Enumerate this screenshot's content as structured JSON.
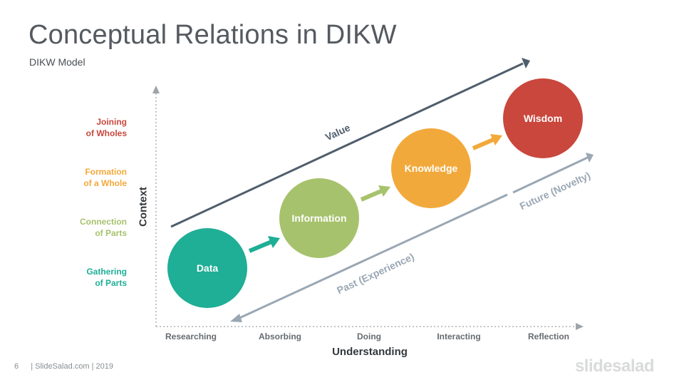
{
  "title": "Conceptual Relations in DIKW",
  "subtitle": "DIKW Model",
  "y_axis": {
    "title": "Context",
    "levels": [
      {
        "label": "Joining\nof Wholes",
        "color": "#c9473d"
      },
      {
        "label": "Formation\nof a Whole",
        "color": "#f2a93b"
      },
      {
        "label": "Connection\nof Parts",
        "color": "#a7c26c"
      },
      {
        "label": "Gathering\nof Parts",
        "color": "#1fae96"
      }
    ]
  },
  "x_axis": {
    "title": "Understanding",
    "ticks": [
      "Researching",
      "Absorbing",
      "Doing",
      "Interacting",
      "Reflection"
    ]
  },
  "stages": [
    {
      "label": "Data",
      "color": "#1fae96"
    },
    {
      "label": "Information",
      "color": "#a7c26c"
    },
    {
      "label": "Knowledge",
      "color": "#f2a93b"
    },
    {
      "label": "Wisdom",
      "color": "#c9473d"
    }
  ],
  "value_arrow": {
    "label": "Value",
    "color": "#4f5e6c"
  },
  "time_arrow": {
    "past_label": "Past (Experience)",
    "future_label": "Future (Novelty)",
    "color": "#9aa7b4"
  },
  "footer": {
    "page": "6",
    "text": "| SlideSalad.com | 2019"
  },
  "brand": "slidesalad"
}
